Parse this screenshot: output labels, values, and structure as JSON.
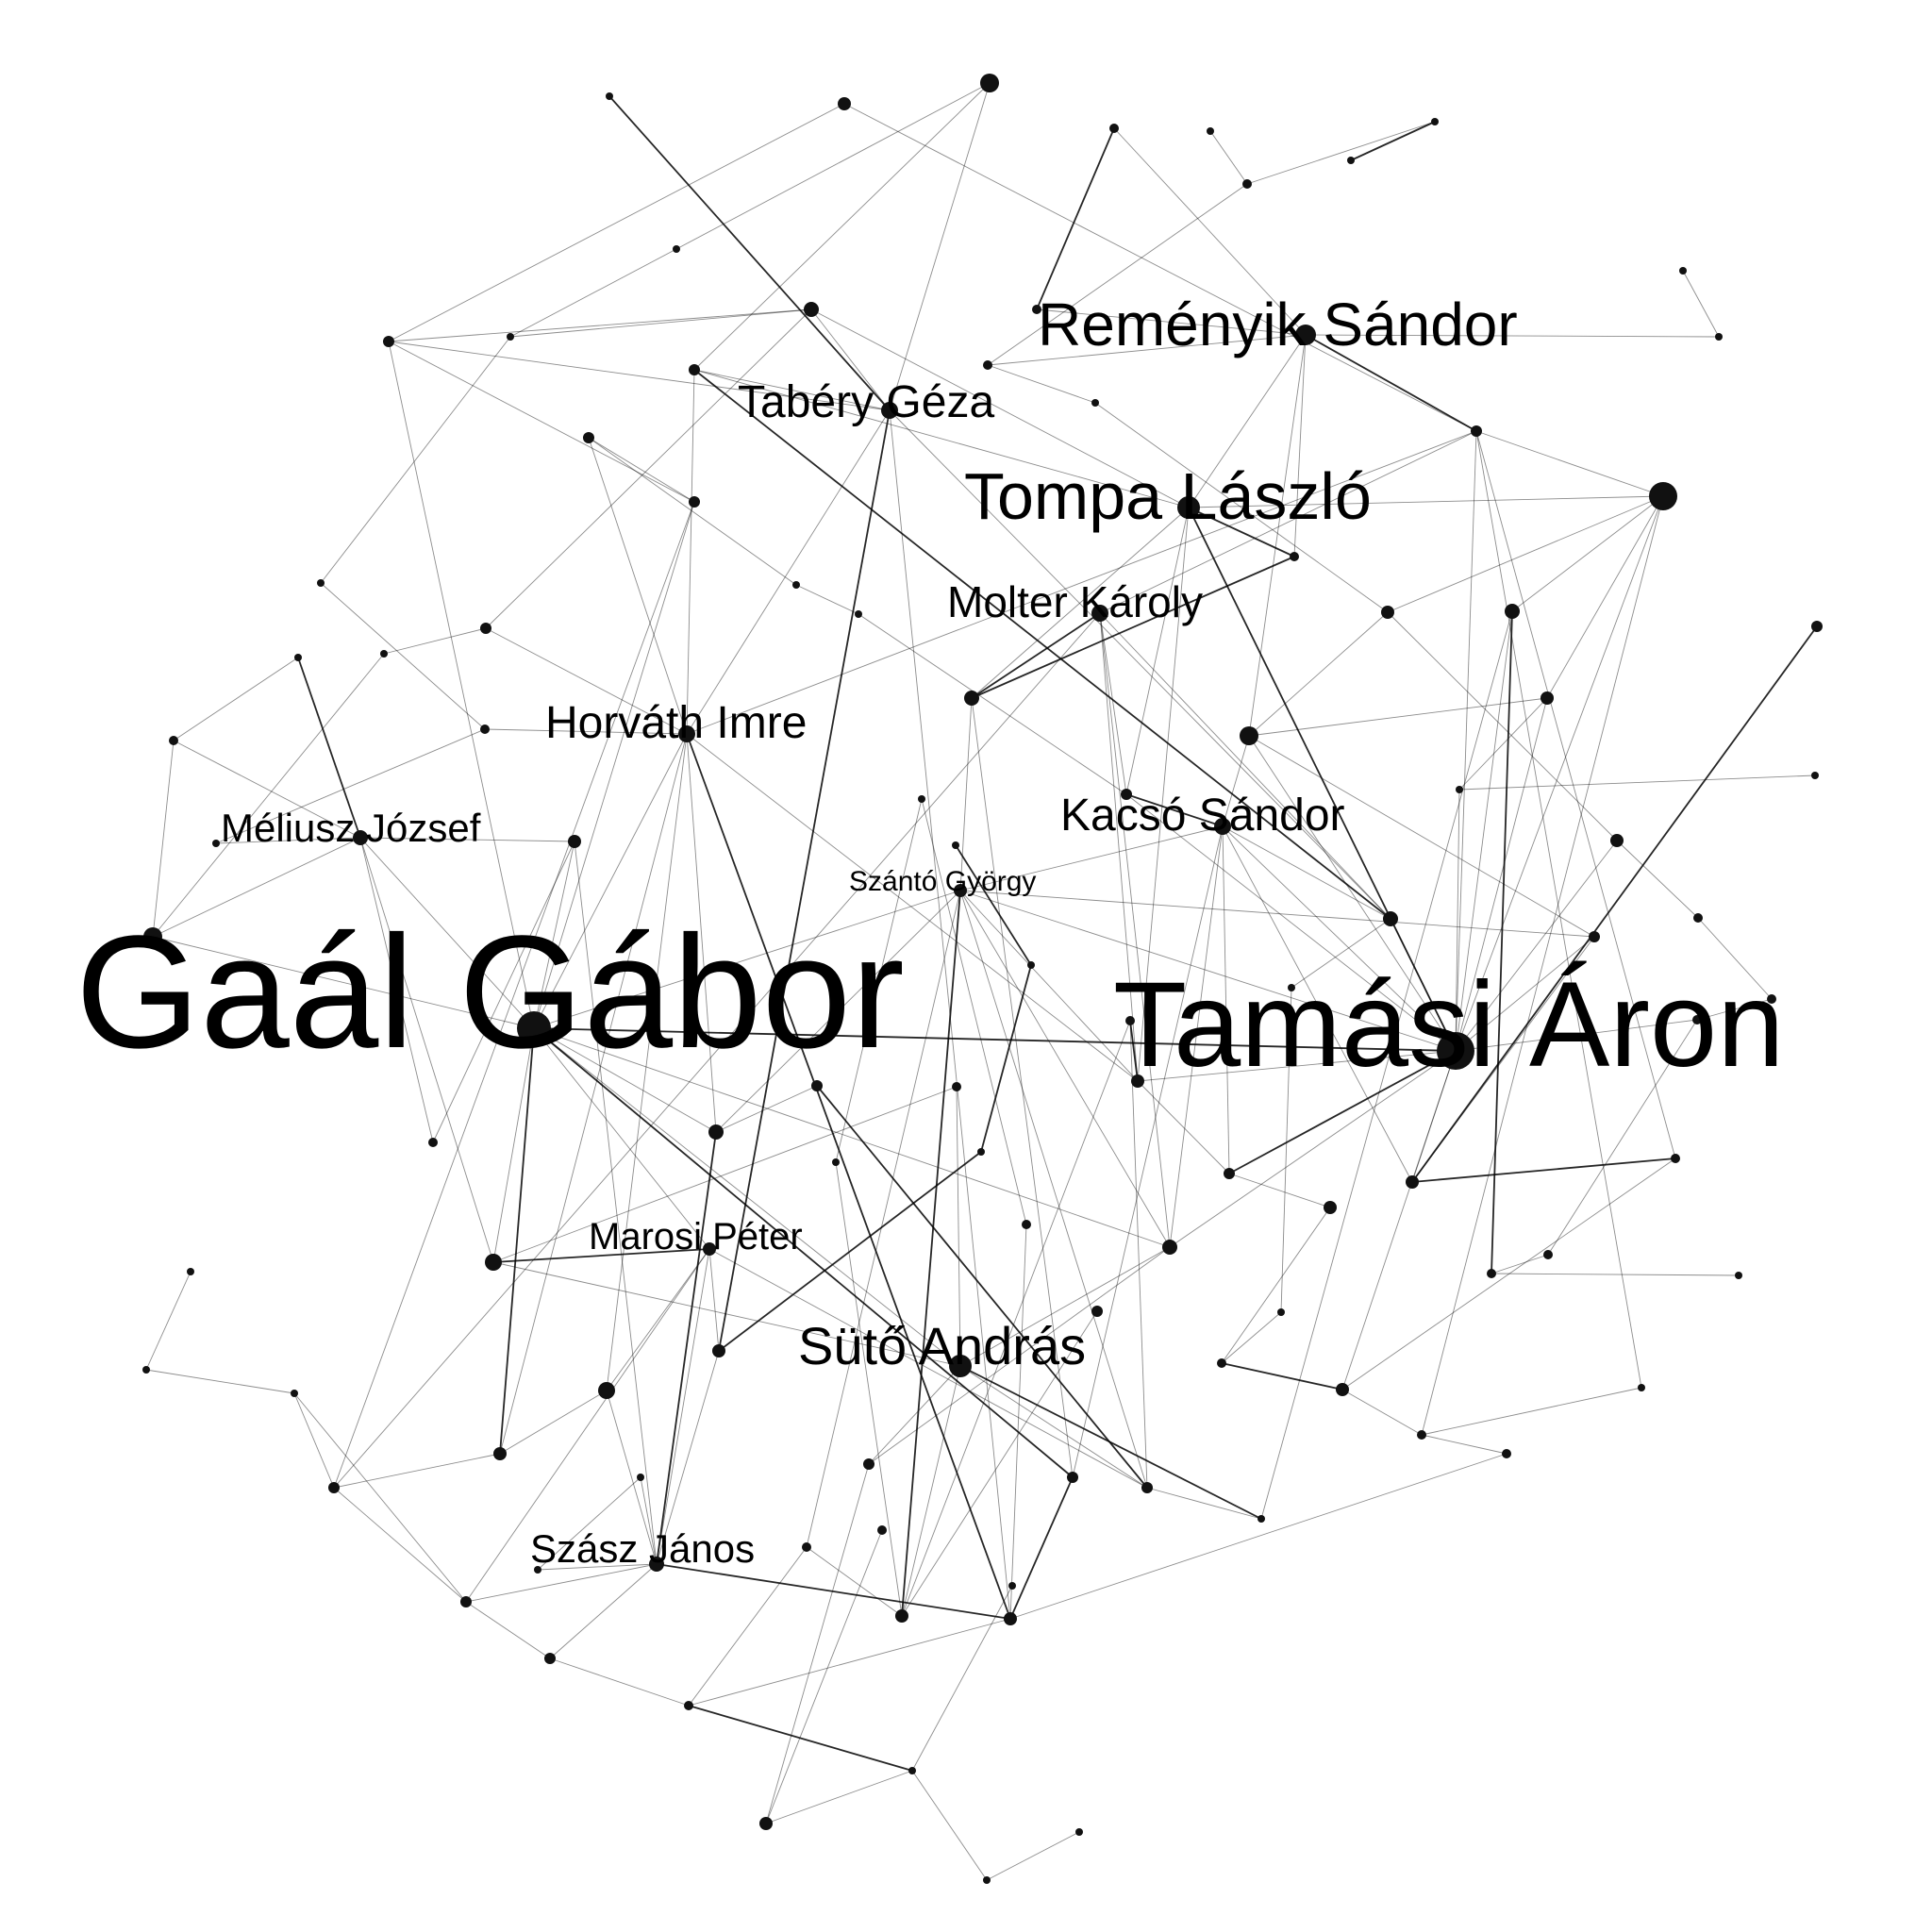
{
  "colors": {
    "background": "#ffffff",
    "node": "#111111",
    "edge": "#000000"
  },
  "labels": {
    "gaal_gabor": "Gaál Gábor",
    "tamasi_aron": "Tamási Áron",
    "remenyik_sandor": "Reményik Sándor",
    "tompa_laszlo": "Tompa László",
    "tabery_geza": "Tabéry Géza",
    "molter_karoly": "Molter Károly",
    "horvath_imre": "Horváth Imre",
    "meliusz_jozsef": "Méliusz József",
    "kacso_sandor": "Kacsó Sándor",
    "szanto_gyorgy": "Szántó György",
    "marosi_peter": "Marosi Péter",
    "suto_andras": "Sütő András",
    "szasz_janos": "Szász János"
  }
}
